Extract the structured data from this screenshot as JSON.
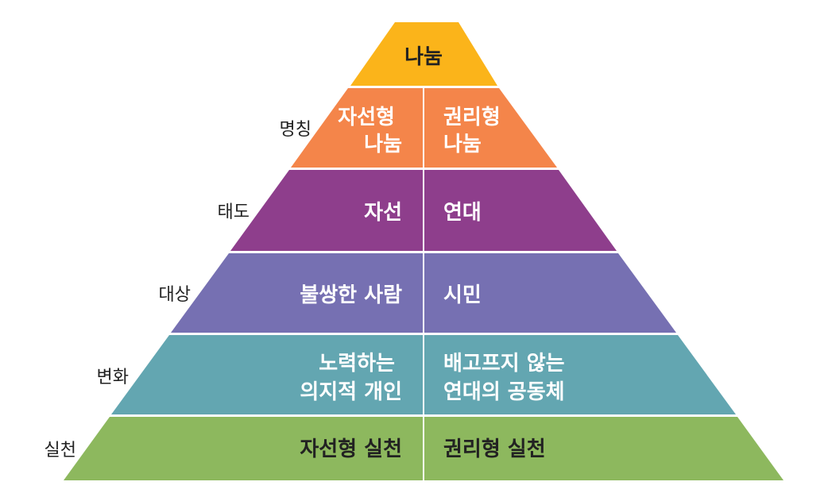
{
  "top": {
    "label": "나눔",
    "color": "#FBB41A"
  },
  "rows": [
    {
      "side_label": "명칭",
      "color": "#F4854A",
      "left": [
        "자선형",
        "나눔"
      ],
      "right": [
        "권리형",
        "나눔"
      ]
    },
    {
      "side_label": "태도",
      "color": "#8E3E8C",
      "left": [
        "자선"
      ],
      "right": [
        "연대"
      ]
    },
    {
      "side_label": "대상",
      "color": "#7670B2",
      "left": [
        "불쌍한 사람"
      ],
      "right": [
        "시민"
      ]
    },
    {
      "side_label": "변화",
      "color": "#63A6B1",
      "left": [
        "노력하는",
        "의지적 개인"
      ],
      "right": [
        "배고프지 않는",
        "연대의 공동체"
      ]
    },
    {
      "side_label": "실천",
      "color": "#8DB85E",
      "left": [
        "자선형 실천"
      ],
      "right": [
        "권리형 실천"
      ]
    }
  ]
}
